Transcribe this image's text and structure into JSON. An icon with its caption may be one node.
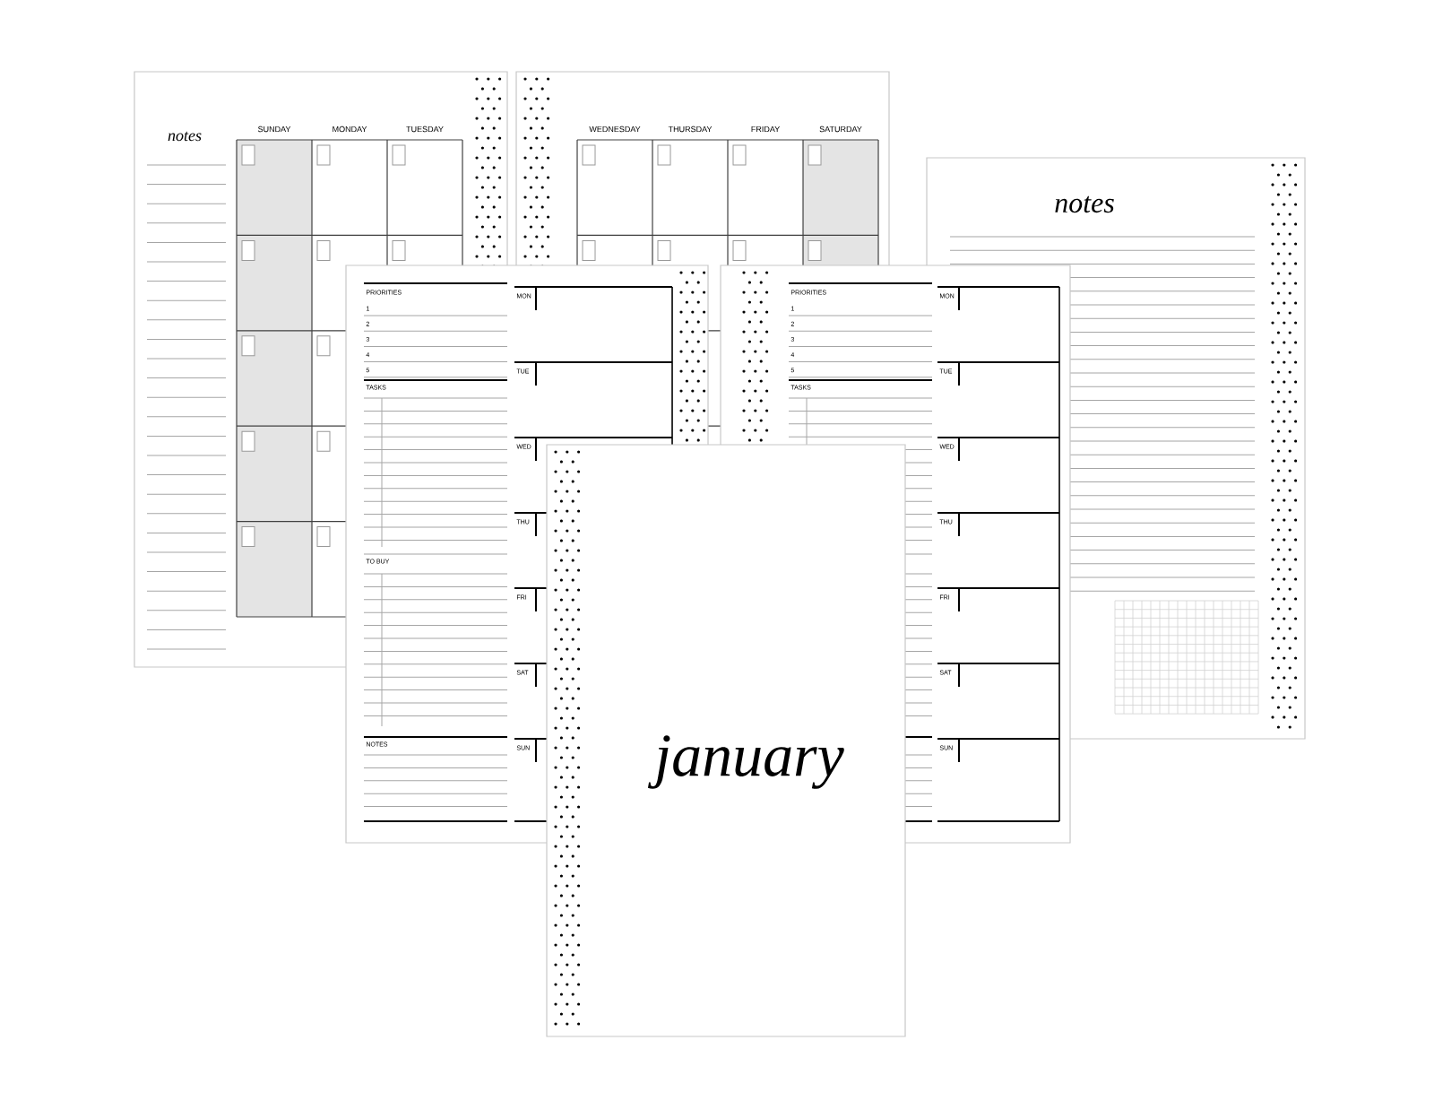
{
  "diagram": {
    "labels": [
      "notes",
      "SUNDAY",
      "MONDAY",
      "TUESDAY",
      "WEDNESDAY",
      "THURSDAY",
      "FRIDAY",
      "SATURDAY",
      "notes",
      "PRIORITIES",
      "1",
      "2",
      "3",
      "4",
      "5",
      "TASKS",
      "TO BUY",
      "NOTES",
      "MON",
      "TUE",
      "WED",
      "THU",
      "FRI",
      "SAT",
      "SUN",
      "PRIORITIES",
      "1",
      "2",
      "3",
      "4",
      "5",
      "TASKS",
      "MON",
      "TUE",
      "WED",
      "THU",
      "FRI",
      "SAT",
      "SUN",
      "january"
    ]
  }
}
